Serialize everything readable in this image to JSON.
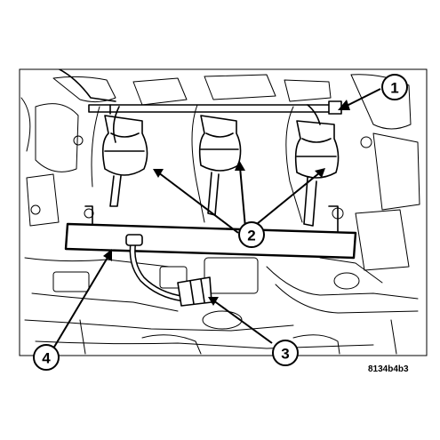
{
  "callouts": [
    {
      "label": "1"
    },
    {
      "label": "2"
    },
    {
      "label": "3"
    },
    {
      "label": "4"
    }
  ],
  "figure_code": "8134b4b3"
}
